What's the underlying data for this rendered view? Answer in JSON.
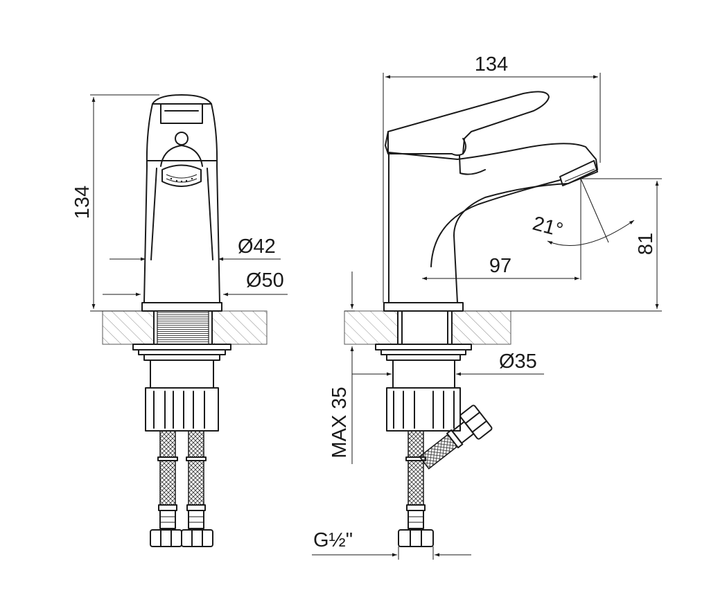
{
  "dimensions": {
    "front_height": "134",
    "diameter_spout_base": "Ø42",
    "diameter_body_base": "Ø50",
    "side_width": "134",
    "side_height": "81",
    "spout_reach": "97",
    "spout_angle": "21°",
    "diameter_shank": "Ø35",
    "max_worktop": "MAX 35",
    "connection_thread": "G½\""
  },
  "colors": {
    "line": "#1a1a1a",
    "background": "#ffffff",
    "hatch": "#8a8a8a"
  }
}
